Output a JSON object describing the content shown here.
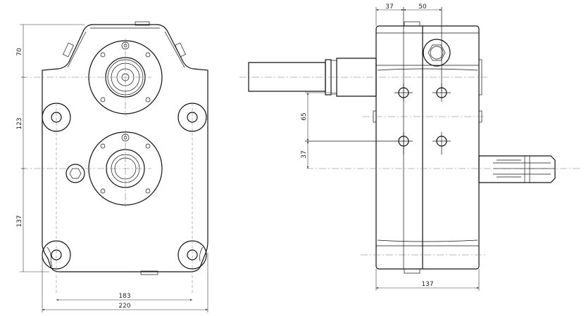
{
  "title": "Gearbox dimensional drawing",
  "front_view": {
    "dims": {
      "top_height": "70",
      "center_distance": "123",
      "bottom_height": "137",
      "mount_spacing": "183",
      "overall_width": "220"
    }
  },
  "side_view": {
    "dims": {
      "offset_left": "37",
      "offset_right": "50",
      "hole_spacing": "65",
      "shaft_offset": "37",
      "overall_depth": "137"
    }
  },
  "colors": {
    "line": "#111111",
    "centerline": "#777777"
  }
}
